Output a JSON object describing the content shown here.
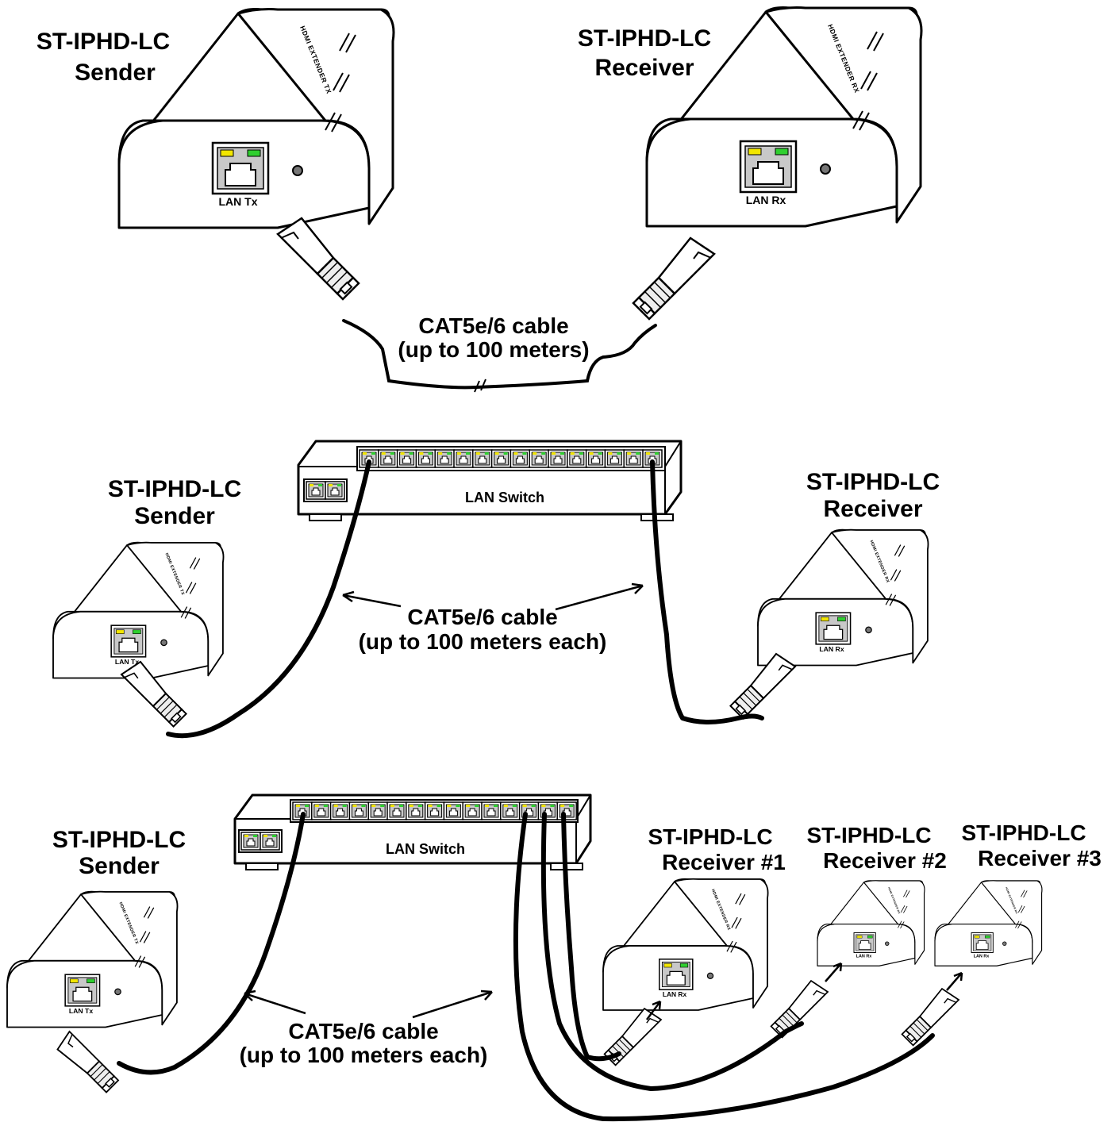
{
  "colors": {
    "led_yellow": "#f2e600",
    "led_green": "#2fcf2f",
    "port_fill": "#c8c8c8",
    "led_dot": "#777777"
  },
  "icons": [
    "hdmi-extender-device",
    "rj45-port-icon",
    "rj45-plug-icon",
    "lan-switch-icon",
    "cable-break-icon",
    "arrow-icon"
  ],
  "section1": {
    "sender_title_1": "ST-IPHD-LC",
    "sender_title_2": "Sender",
    "receiver_title_1": "ST-IPHD-LC",
    "receiver_title_2": "Receiver",
    "sender_body_text": "HDMI EXTENDER TX",
    "receiver_body_text": "HDMI EXTENDER RX",
    "sender_port": "LAN Tx",
    "receiver_port": "LAN Rx",
    "cable_line1": "CAT5e/6 cable",
    "cable_line2": "(up to 100 meters)"
  },
  "section2": {
    "sender_title_1": "ST-IPHD-LC",
    "sender_title_2": "Sender",
    "receiver_title_1": "ST-IPHD-LC",
    "receiver_title_2": "Receiver",
    "sender_body_text": "HDMI EXTENDER TX",
    "receiver_body_text": "HDMI EXTENDER RX",
    "sender_port": "LAN Tx",
    "receiver_port": "LAN Rx",
    "switch_label": "LAN Switch",
    "cable_line1": "CAT5e/6 cable",
    "cable_line2": "(up to 100 meters each)"
  },
  "section3": {
    "sender_title_1": "ST-IPHD-LC",
    "sender_title_2": "Sender",
    "sender_body_text": "HDMI EXTENDER TX",
    "sender_port": "LAN Tx",
    "switch_label": "LAN Switch",
    "cable_line1": "CAT5e/6 cable",
    "cable_line2": "(up to 100 meters each)",
    "receivers": [
      {
        "title_1": "ST-IPHD-LC",
        "title_2": "Receiver #1",
        "body_text": "HDMI EXTENDER RX",
        "port": "LAN Rx"
      },
      {
        "title_1": "ST-IPHD-LC",
        "title_2": "Receiver #2",
        "body_text": "HDMI EXTENDER RX",
        "port": "LAN Rx"
      },
      {
        "title_1": "ST-IPHD-LC",
        "title_2": "Receiver #3",
        "body_text": "HDMI EXTENDER RX",
        "port": "LAN Rx"
      }
    ]
  }
}
